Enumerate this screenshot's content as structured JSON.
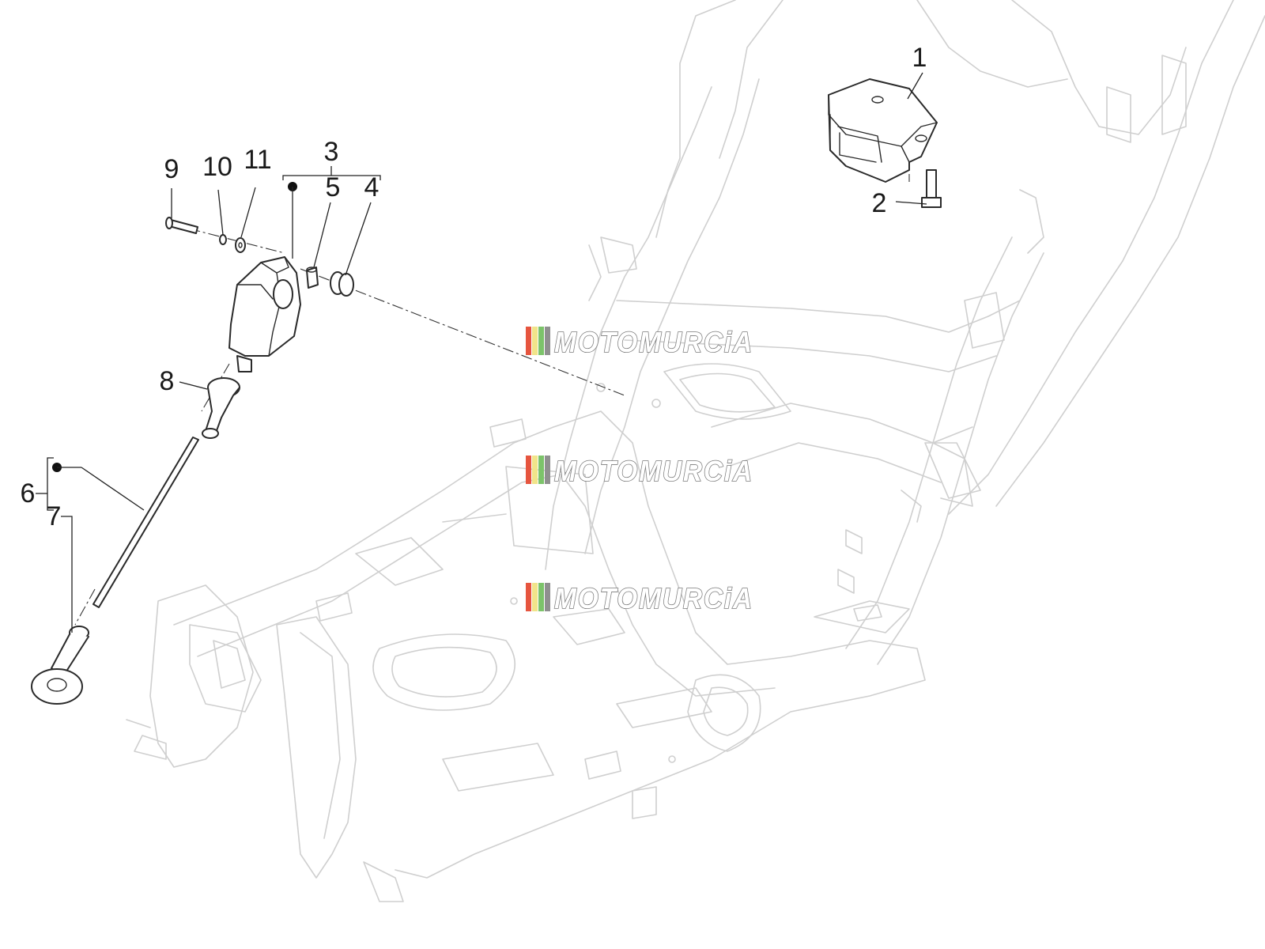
{
  "callouts": {
    "c1": "1",
    "c2": "2",
    "c3": "3",
    "c4": "4",
    "c5": "5",
    "c6": "6",
    "c7": "7",
    "c8": "8",
    "c9": "9",
    "c10": "10",
    "c11": "11"
  },
  "watermark": {
    "text": "MOTOMURCiA",
    "stripe_colors": [
      "#e6553f",
      "#f1e48a",
      "#7cc36a",
      "#8f8f8f"
    ]
  },
  "colors": {
    "frame_line": "#cfcfcf",
    "part_line": "#2a2a2a"
  }
}
